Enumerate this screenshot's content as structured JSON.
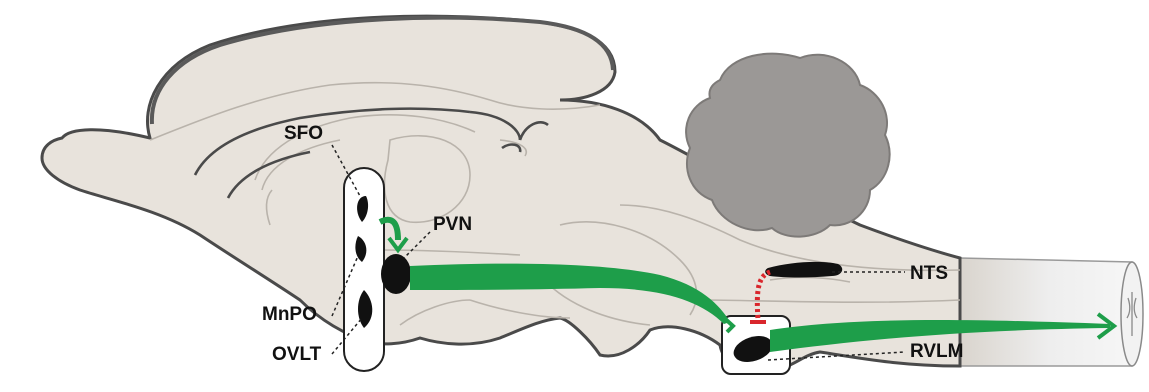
{
  "labels": {
    "sfo": "SFO",
    "pvn": "PVN",
    "mnpo": "MnPO",
    "ovlt": "OVLT",
    "nts": "NTS",
    "rvlm": "RVLM"
  },
  "colors": {
    "brain_fill": "#e8e3dc",
    "brain_outline": "#4a4a4a",
    "inner_lines": "#b9b3ab",
    "cerebellum": "#9b9896",
    "nucleus": "#111111",
    "excitatory": "#1e9e4a",
    "inhibitory": "#d9262c",
    "spinal_cord": "#ececec"
  }
}
